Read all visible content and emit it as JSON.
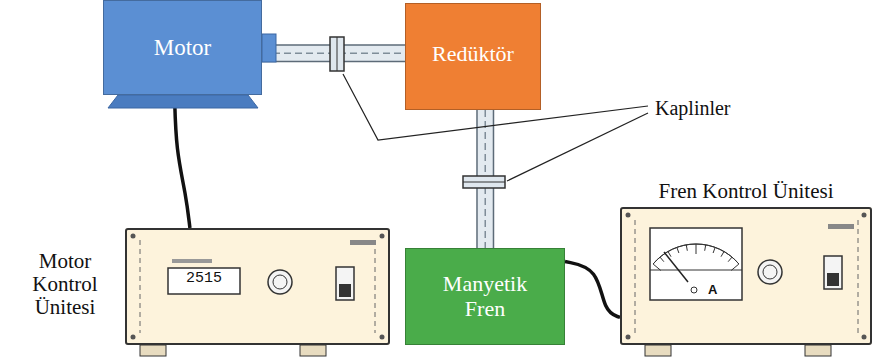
{
  "diagram": {
    "nodes": [
      {
        "text": [
          "Motor"
        ]
      },
      {
        "text": [
          "Redüktör"
        ]
      },
      {
        "text": [
          "Motor Kontrol Ünitesi"
        ]
      },
      {
        "text": [
          "Manyetik Fren"
        ]
      },
      {
        "text": [
          "Fren Kontrol Ünitesi"
        ]
      }
    ],
    "edges": [
      {
        "from": 0,
        "to": 1,
        "arrow": "none"
      },
      {
        "from": 1,
        "to": 3,
        "arrow": "none"
      },
      {
        "from": 0,
        "to": 2,
        "arrow": "none"
      },
      {
        "from": 3,
        "to": 4,
        "arrow": "none"
      }
    ],
    "labels": [
      "Kaplinler",
      "2515",
      "A"
    ]
  }
}
